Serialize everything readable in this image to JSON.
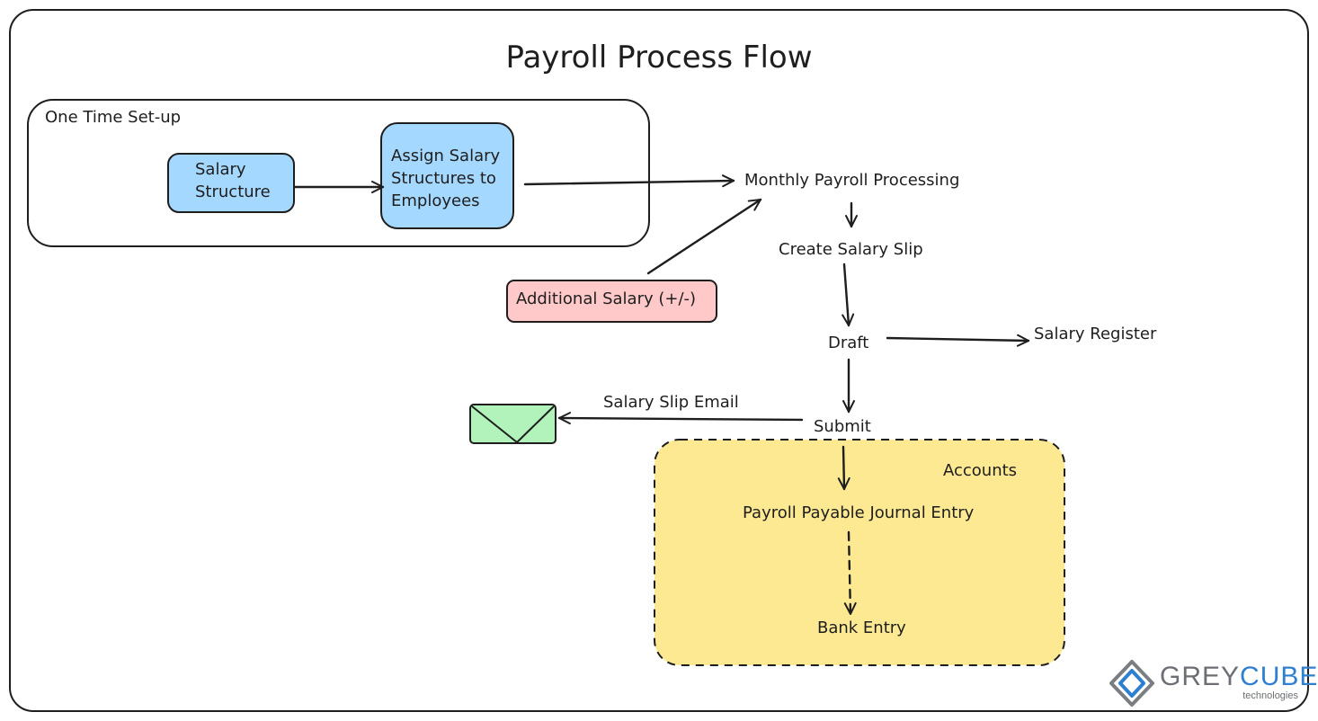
{
  "title": "Payroll Process Flow",
  "groups": {
    "setup": {
      "label": "One Time Set-up"
    },
    "accounts": {
      "label": "Accounts",
      "fill": "#fde992"
    }
  },
  "nodes": {
    "salary_structure": {
      "label": "Salary\nStructure",
      "fill": "#a5d8ff"
    },
    "assign_structures": {
      "label": "Assign Salary\nStructures to\nEmployees",
      "fill": "#a5d8ff"
    },
    "monthly_processing": {
      "label": "Monthly Payroll Processing"
    },
    "additional_salary": {
      "label": "Additional Salary (+/-)",
      "fill": "#ffc9c9"
    },
    "create_slip": {
      "label": "Create Salary Slip"
    },
    "draft": {
      "label": "Draft"
    },
    "salary_register": {
      "label": "Salary Register"
    },
    "submit": {
      "label": "Submit"
    },
    "slip_email": {
      "label": "Salary Slip Email",
      "icon": "envelope-icon",
      "fill": "#b2f2bb"
    },
    "payable_entry": {
      "label": "Payroll Payable Journal Entry"
    },
    "bank_entry": {
      "label": "Bank Entry"
    }
  },
  "edges": [
    {
      "from": "salary_structure",
      "to": "assign_structures",
      "style": "solid"
    },
    {
      "from": "assign_structures",
      "to": "monthly_processing",
      "style": "solid"
    },
    {
      "from": "additional_salary",
      "to": "monthly_processing",
      "style": "solid"
    },
    {
      "from": "monthly_processing",
      "to": "create_slip",
      "style": "solid"
    },
    {
      "from": "create_slip",
      "to": "draft",
      "style": "solid"
    },
    {
      "from": "draft",
      "to": "salary_register",
      "style": "solid"
    },
    {
      "from": "draft",
      "to": "submit",
      "style": "solid"
    },
    {
      "from": "submit",
      "to": "slip_email",
      "style": "solid"
    },
    {
      "from": "submit",
      "to": "payable_entry",
      "style": "solid"
    },
    {
      "from": "payable_entry",
      "to": "bank_entry",
      "style": "dashed"
    }
  ],
  "logo": {
    "text_grey": "GREY",
    "text_blue": "CUBE",
    "subtitle": "technologies",
    "icon": "cube-logo-icon"
  }
}
